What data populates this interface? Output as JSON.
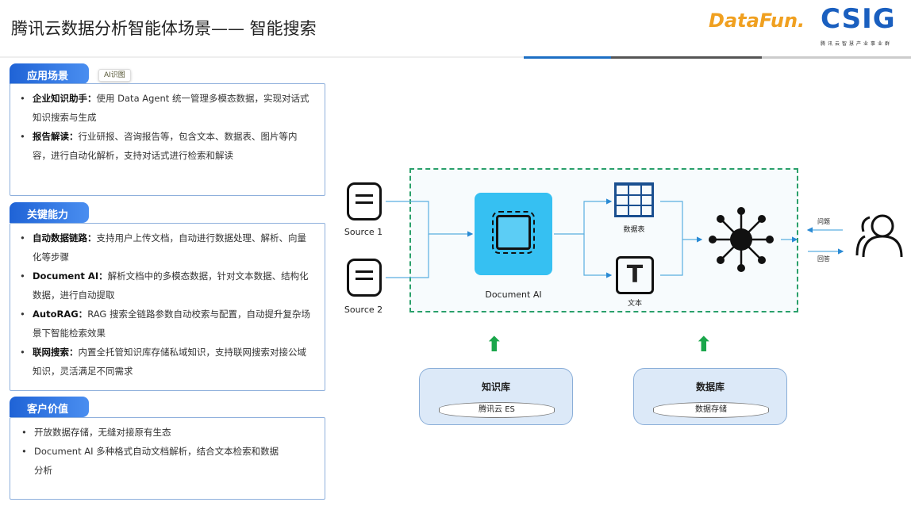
{
  "title": "腾讯云数据分析智能体场景—— 智能搜索",
  "logos": {
    "datafun": "DataFun.",
    "csig": "CSIG",
    "csig_sub": "腾讯云智慧产业事业群"
  },
  "ai_chip": "AI识图",
  "sections": [
    {
      "tab": "应用场景",
      "items": [
        {
          "head": "企业知识助手：",
          "text": "使用 Data Agent 统一管理多模态数据，实现对话式知识搜索与生成"
        },
        {
          "head": "报告解读：",
          "text": "行业研报、咨询报告等，包含文本、数据表、图片等内容，进行自动化解析，支持对话式进行检索和解读"
        }
      ]
    },
    {
      "tab": "关键能力",
      "items": [
        {
          "head": "自动数据链路：",
          "text": "支持用户上传文档，自动进行数据处理、解析、向量化等步骤"
        },
        {
          "head": "Document AI：",
          "text": "解析文档中的多模态数据，针对文本数据、结构化数据，进行自动提取"
        },
        {
          "head": "AutoRAG：",
          "text": "RAG 搜索全链路参数自动校索与配置，自动提升复杂场景下智能检索效果"
        },
        {
          "head": "联网搜索：",
          "text": "内置全托管知识库存储私域知识，支持联网搜索对接公域知识，灵活满足不同需求"
        }
      ]
    },
    {
      "tab": "客户价值",
      "items": [
        {
          "head": "",
          "text": "开放数据存储，无缝对接原有生态"
        },
        {
          "head": "",
          "text": "Document AI 多种格式自动文档解析，结合文本检索和数据分析"
        }
      ]
    }
  ],
  "diagram": {
    "source1": "Source 1",
    "source2": "Source 2",
    "document_ai": "Document AI",
    "table": "数据表",
    "text": "文本",
    "question": "问题",
    "answer": "回答",
    "kb": "知识库",
    "kb_store": "腾讯云 ES",
    "db": "数据库",
    "db_store": "数据存储"
  }
}
